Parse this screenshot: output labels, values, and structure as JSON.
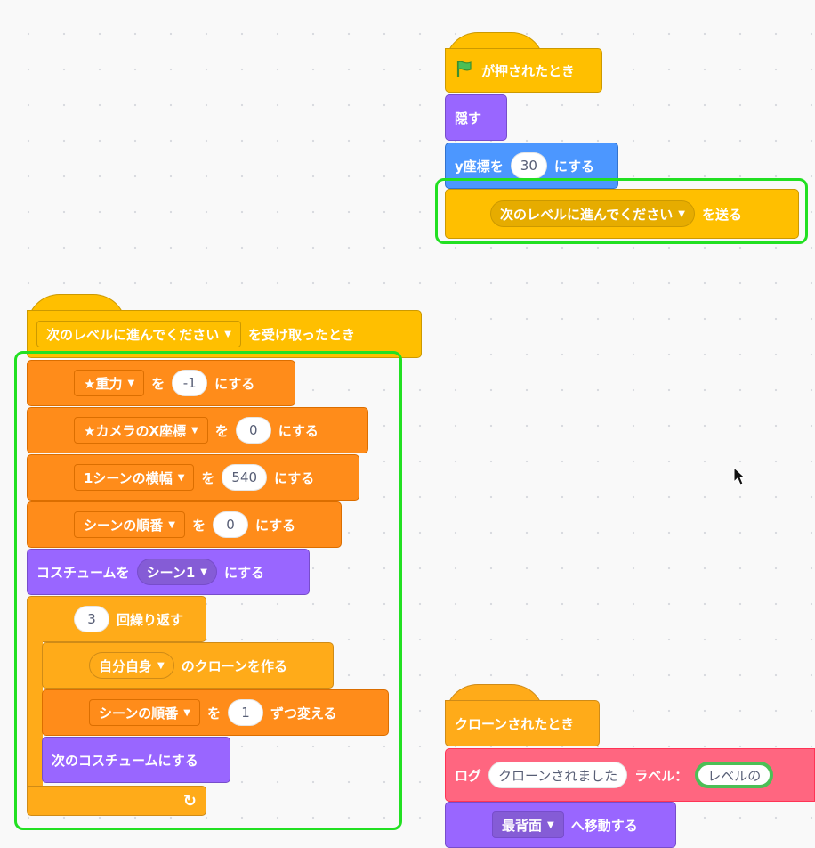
{
  "script1": {
    "hat_suffix": "が押されたとき",
    "hide": "隠す",
    "sety_label": "y座標を",
    "sety_value": "30",
    "sety_suffix": "にする",
    "broadcast_message": "次のレベルに進んでください",
    "broadcast_suffix": "を送る"
  },
  "script2": {
    "hat_message": "次のレベルに進んでください",
    "hat_suffix": "を受け取ったとき",
    "set1_var": "★重力",
    "set1_mid": "を",
    "set1_value": "-1",
    "set1_suffix": "にする",
    "set2_var": "★カメラのX座標",
    "set2_mid": "を",
    "set2_value": "0",
    "set2_suffix": "にする",
    "set3_var": "1シーンの横幅",
    "set3_mid": "を",
    "set3_value": "540",
    "set3_suffix": "にする",
    "set4_var": "シーンの順番",
    "set4_mid": "を",
    "set4_value": "0",
    "set4_suffix": "にする",
    "costume_label": "コスチュームを",
    "costume_value": "シーン1",
    "costume_suffix": "にする",
    "repeat_value": "3",
    "repeat_label": "回繰り返す",
    "clone_target": "自分自身",
    "clone_suffix": "のクローンを作る",
    "change_var": "シーンの順番",
    "change_mid": "を",
    "change_value": "1",
    "change_suffix": "ずつ変える",
    "next_costume": "次のコスチュームにする",
    "loop_arrow": "↻"
  },
  "script3": {
    "hat_label": "クローンされたとき",
    "log_label": "ログ",
    "log_value": "クローンされました",
    "log_label2": "ラベル：",
    "log_label_value": "レベルの",
    "layer_target": "最背面",
    "layer_suffix": "へ移動する"
  },
  "colors": {
    "events": "#ffbf00",
    "looks": "#9966ff",
    "motion": "#4c97ff",
    "data": "#ff8c1a",
    "control": "#ffab19",
    "extension": "#ff6680",
    "highlight": "#22e022"
  }
}
